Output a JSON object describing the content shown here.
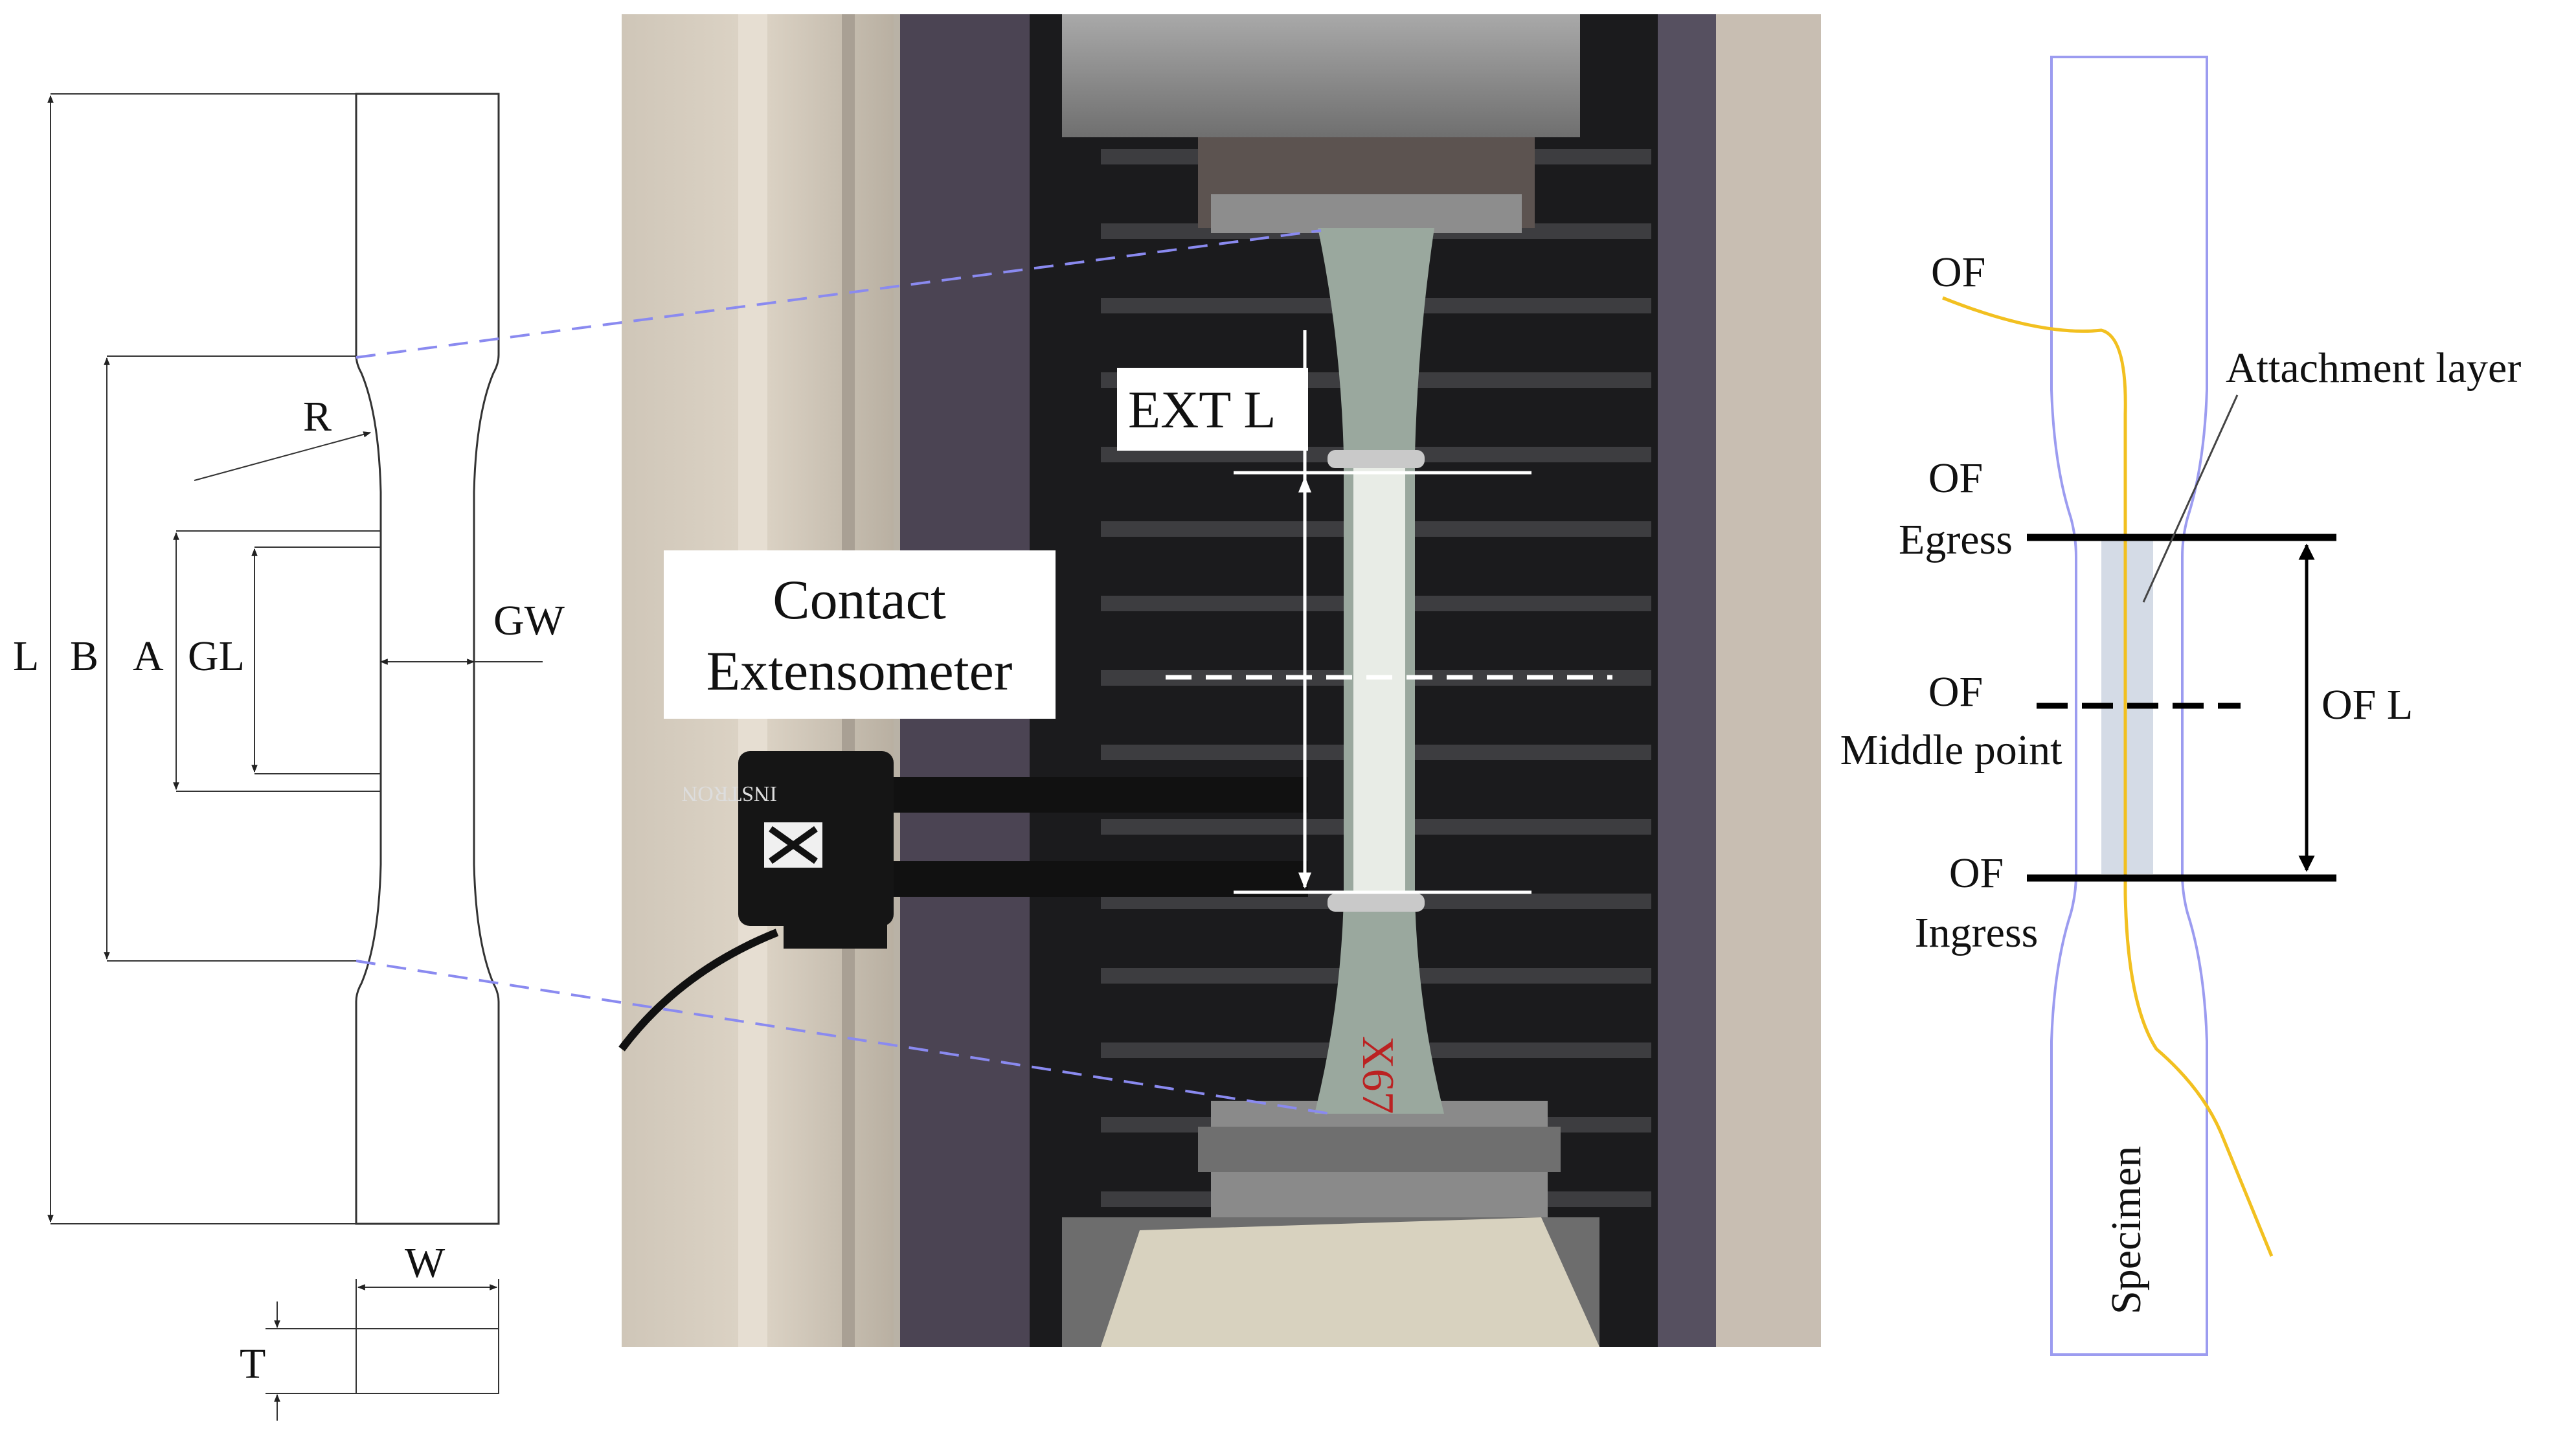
{
  "left_drawing": {
    "labels": {
      "L": "L",
      "B": "B",
      "A": "A",
      "GL": "GL",
      "R": "R",
      "GW": "GW",
      "W": "W",
      "T": "T"
    }
  },
  "photo": {
    "ext_label": "EXT L",
    "extensometer_label_line1": "Contact",
    "extensometer_label_line2": "Extensometer",
    "brand": "INSTRON",
    "specimen_mark": "X67"
  },
  "right_drawing": {
    "of_top": "OF",
    "attachment_layer": "Attachment layer",
    "egress_line1": "OF",
    "egress_line2": "Egress",
    "middle_line1": "OF",
    "middle_line2": "Middle point",
    "of_length": "OF L",
    "ingress_line1": "OF",
    "ingress_line2": "Ingress",
    "specimen": "Specimen"
  },
  "colors": {
    "projection_lines": "#8a8af0",
    "specimen_outline": "#9c9cf0",
    "optical_fiber": "#f2c020",
    "attachment_layer_fill": "#d4dbe6"
  }
}
